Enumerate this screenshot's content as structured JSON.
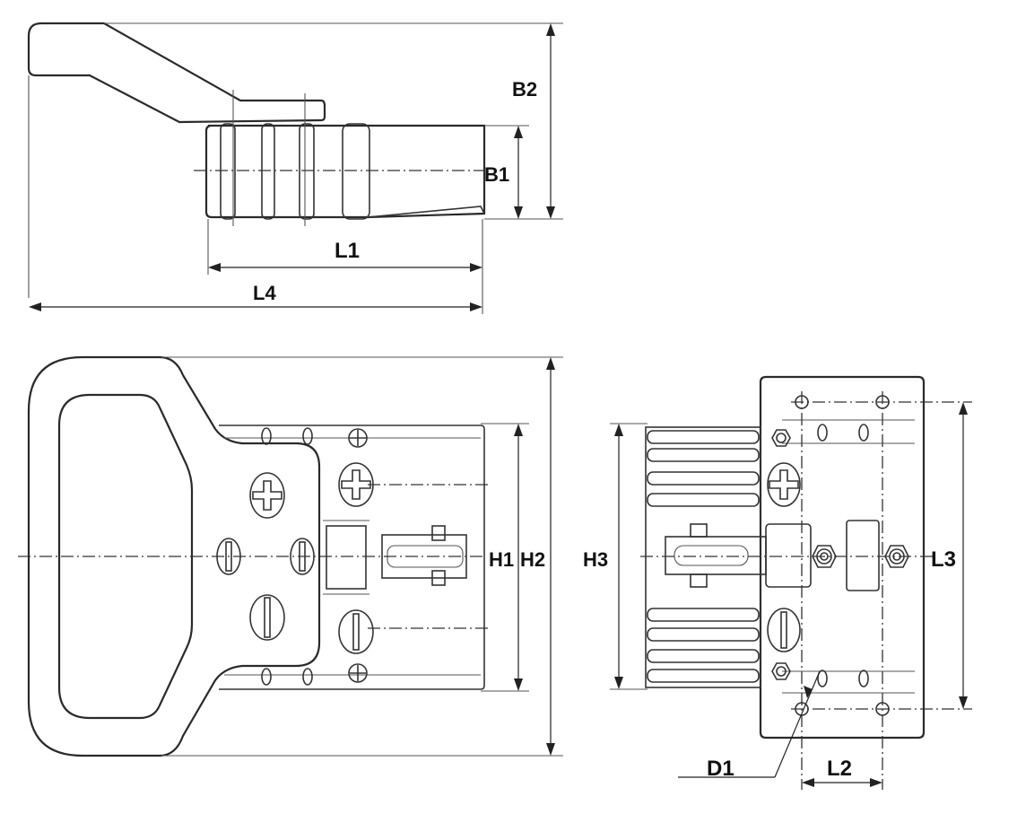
{
  "labels": {
    "b2": "B2",
    "b1": "B1",
    "l1": "L1",
    "l4": "L4",
    "h1": "H1",
    "h2": "H2",
    "h3": "H3",
    "l3": "L3",
    "d1": "D1",
    "l2": "L2"
  }
}
